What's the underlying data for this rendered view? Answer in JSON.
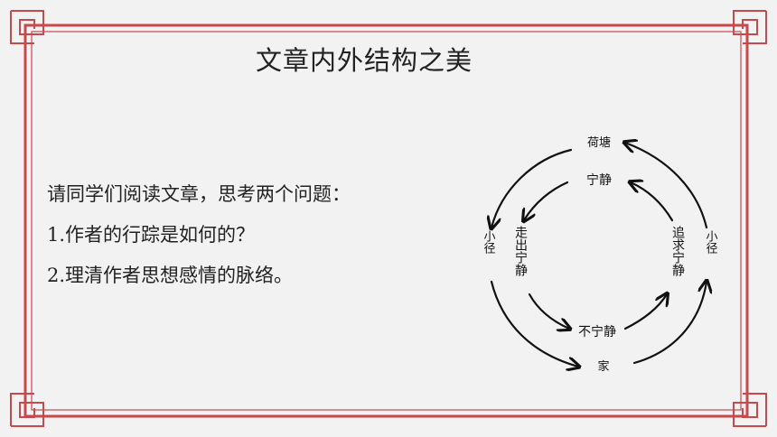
{
  "slide": {
    "title": "文章内外结构之美",
    "prompt": "请同学们阅读文章，思考两个问题：",
    "question_1": "1.作者的行踪是如何的？",
    "question_2": "2.理清作者思想感情的脉络。"
  },
  "diagram": {
    "outer_top": "荷塘",
    "outer_left": "小径",
    "outer_right": "小径",
    "outer_bottom": "家",
    "inner_top": "宁静",
    "inner_left": "走出宁静",
    "inner_right": "追求宁静",
    "inner_bottom": "不宁静"
  },
  "colors": {
    "frame": "#c9484b",
    "background": "#f2f2f2",
    "text": "#222222"
  }
}
